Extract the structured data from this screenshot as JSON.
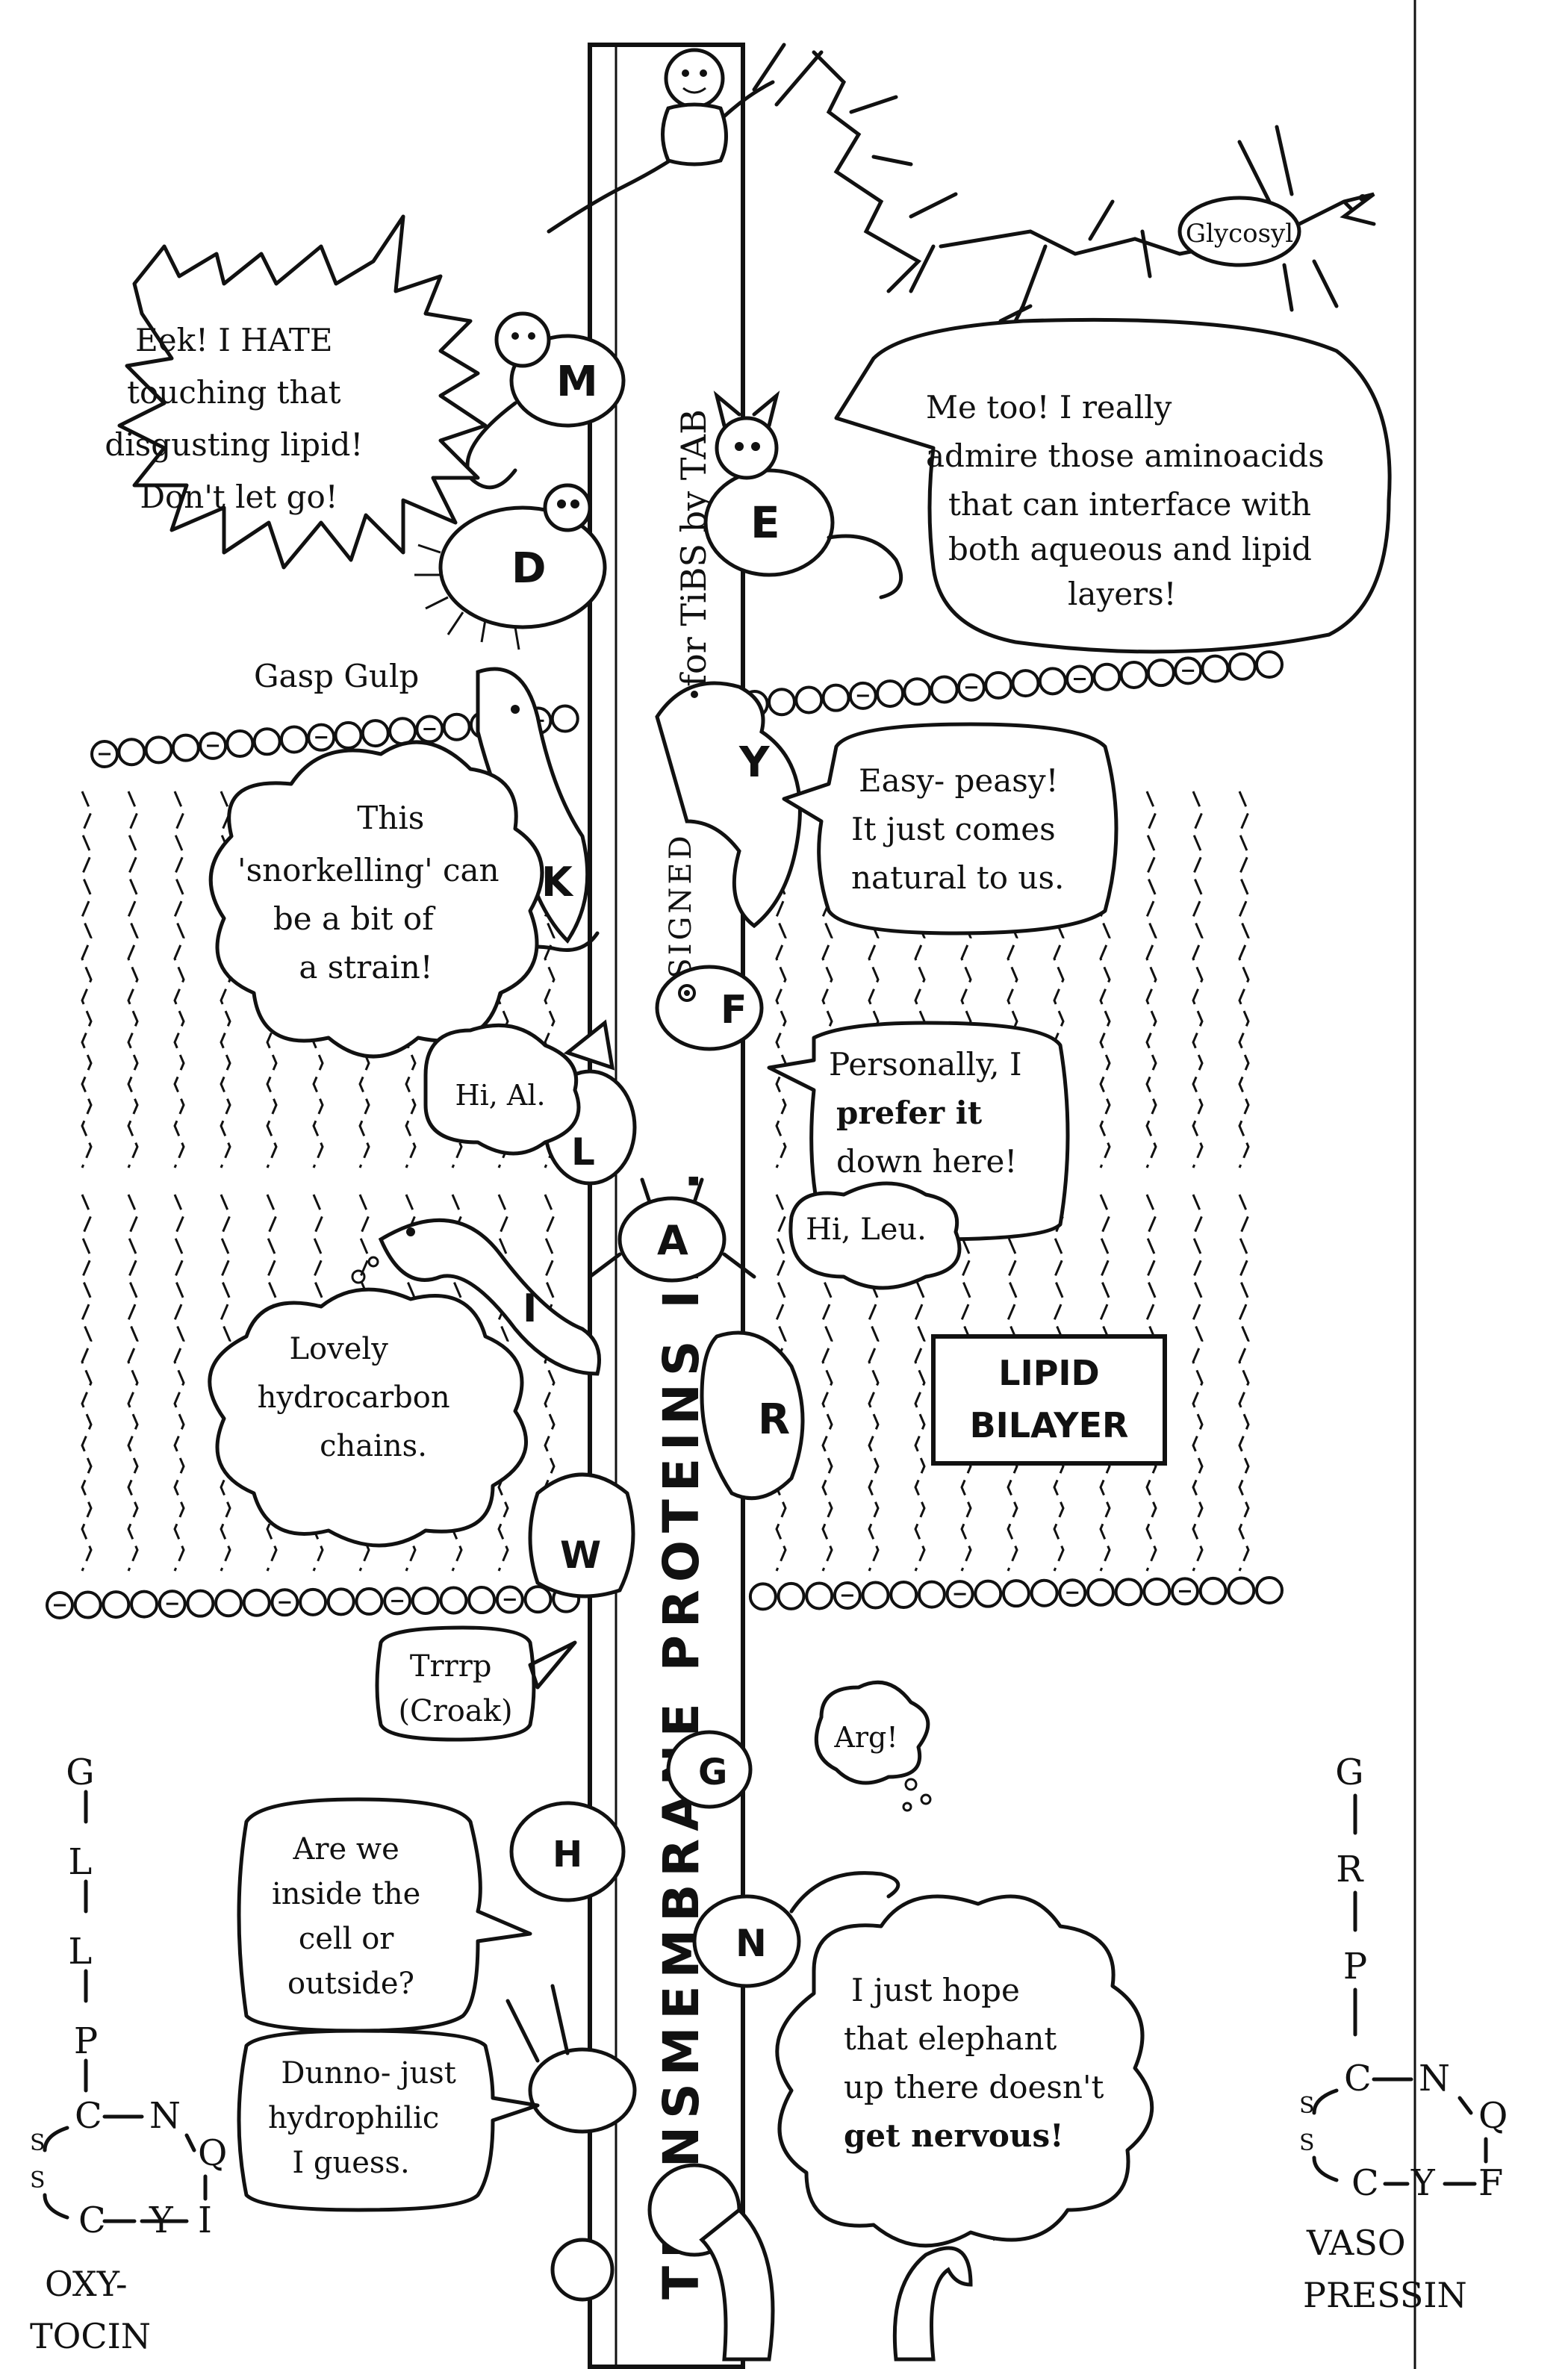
{
  "pole_text": {
    "main": "TRANSMEMBRANE PROTEINS INC.",
    "designed": "DESIGNED",
    "for": "for TiBS by TAB"
  },
  "labels": {
    "glycosyl": "Glycosyl",
    "lipid_bilayer_line1": "LIPID",
    "lipid_bilayer_line2": "BILAYER"
  },
  "bubbles": {
    "eek": [
      "Eek! I HATE",
      "touching that",
      "disgusting lipid!",
      "Don't let go!"
    ],
    "me_too": [
      "Me too! I really",
      "admire those aminoacids",
      "that can interface with",
      "both aqueous and lipid",
      "layers!"
    ],
    "gasp": "Gasp Gulp",
    "snorkelling": [
      "This",
      "'snorkelling' can",
      "be a bit of",
      "a strain!"
    ],
    "easy": [
      "Easy- peasy!",
      "It just comes",
      "natural to us."
    ],
    "hi_al": "Hi, Al.",
    "personally": [
      "Personally, I",
      "prefer it",
      "down here!"
    ],
    "hi_leu": "Hi, Leu.",
    "lovely": [
      "Lovely",
      "hydrocarbon",
      "chains."
    ],
    "trrrp": [
      "Trrrp",
      "(Croak)"
    ],
    "arg": "Arg!",
    "inside": [
      "Are we",
      "inside the",
      "cell or",
      "outside?"
    ],
    "dunno": [
      "Dunno- just",
      "hydrophilic",
      "I guess."
    ],
    "elephant": [
      "I just hope",
      "that elephant",
      "up there doesn't",
      "get nervous!"
    ]
  },
  "residue_letters": [
    "M",
    "E",
    "D",
    "Y",
    "K",
    "F",
    "L",
    "A",
    "I",
    "R",
    "W",
    "G",
    "H",
    "N"
  ],
  "oxytocin": {
    "sequence_top": [
      "G",
      "L",
      "L",
      "P"
    ],
    "ring": [
      "C",
      "N",
      "Q",
      "I",
      "Y",
      "C"
    ],
    "bridge": [
      "S",
      "S"
    ],
    "name_line1": "OXY-",
    "name_line2": "TOCIN"
  },
  "vasopressin": {
    "sequence_top": [
      "G",
      "R",
      "P"
    ],
    "ring": [
      "C",
      "N",
      "Q",
      "F",
      "Y",
      "C"
    ],
    "bridge": [
      "S",
      "S"
    ],
    "name_line1": "VASO",
    "name_line2": "PRESSIN"
  }
}
